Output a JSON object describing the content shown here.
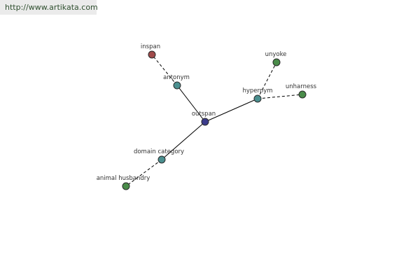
{
  "watermark": "http://www.artikata.com",
  "colors": {
    "center": "#3c3c8c",
    "relation": "#4a8f8f",
    "leaf_green": "#4a8c4a",
    "leaf_red": "#a04a4a"
  },
  "nodes": [
    {
      "id": "outspan",
      "label": "outspan",
      "kind": "center"
    },
    {
      "id": "antonym",
      "label": "antonym",
      "kind": "relation"
    },
    {
      "id": "inspan",
      "label": "inspan",
      "kind": "leaf_red"
    },
    {
      "id": "hypernym",
      "label": "hypernym",
      "kind": "relation"
    },
    {
      "id": "unyoke",
      "label": "unyoke",
      "kind": "leaf_green"
    },
    {
      "id": "unharness",
      "label": "unharness",
      "kind": "leaf_green"
    },
    {
      "id": "domain-category",
      "label": "domain category",
      "kind": "relation"
    },
    {
      "id": "animal-husbandry",
      "label": "animal husbandry",
      "kind": "leaf_green"
    }
  ],
  "edges": [
    {
      "from": "outspan",
      "to": "antonym",
      "style": "solid"
    },
    {
      "from": "antonym",
      "to": "inspan",
      "style": "dashed"
    },
    {
      "from": "outspan",
      "to": "hypernym",
      "style": "solid"
    },
    {
      "from": "hypernym",
      "to": "unyoke",
      "style": "dashed"
    },
    {
      "from": "hypernym",
      "to": "unharness",
      "style": "dashed"
    },
    {
      "from": "outspan",
      "to": "domain-category",
      "style": "solid"
    },
    {
      "from": "domain-category",
      "to": "animal-husbandry",
      "style": "dashed"
    }
  ]
}
